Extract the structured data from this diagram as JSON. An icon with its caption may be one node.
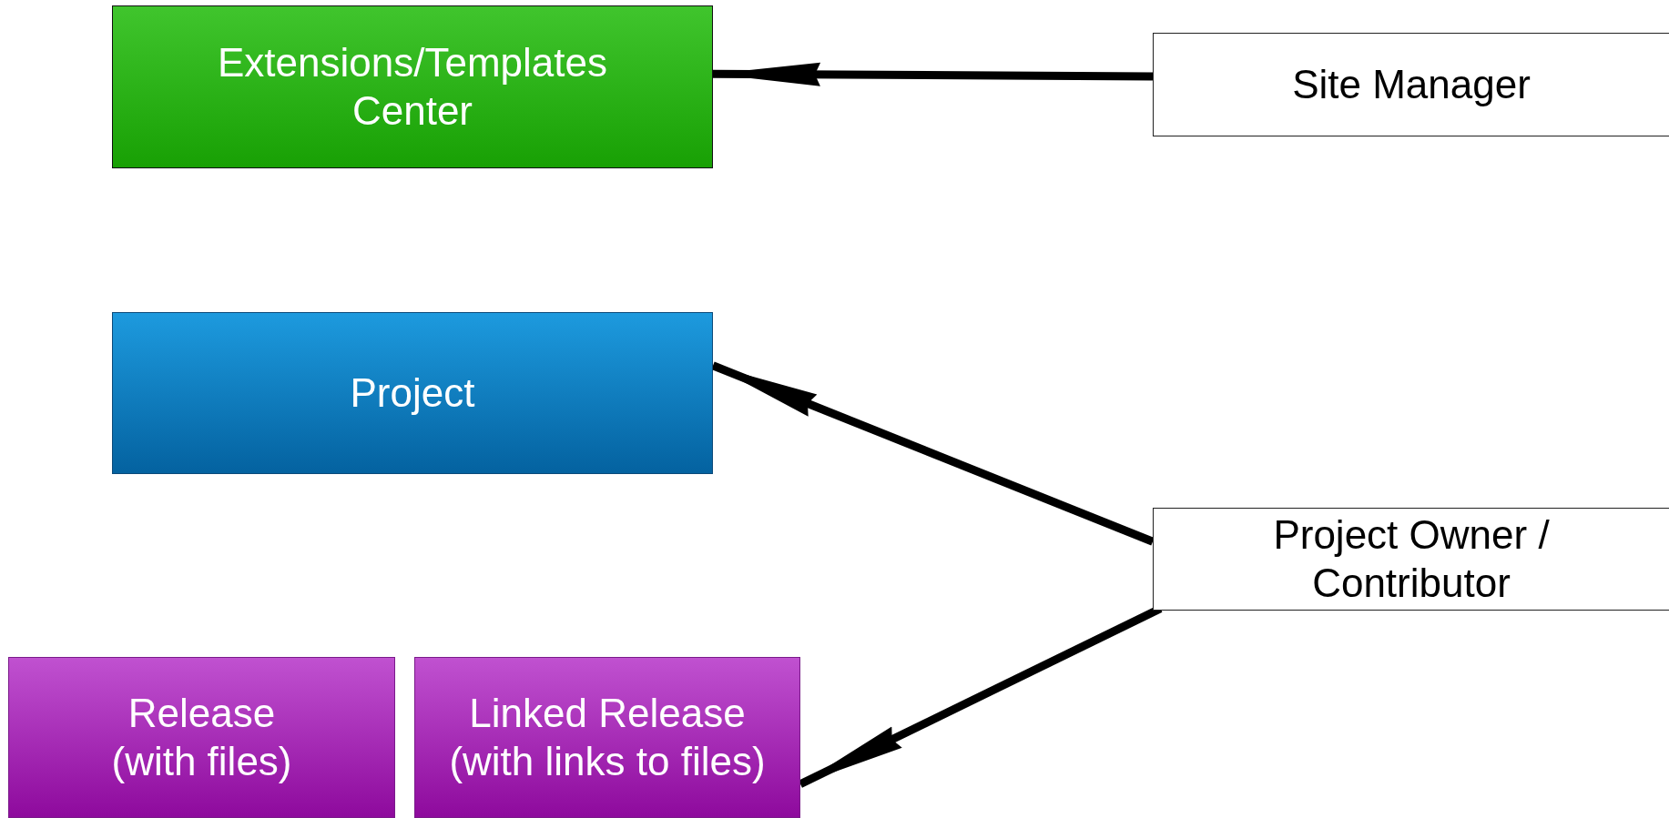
{
  "diagram": {
    "nodes": [
      {
        "text": [
          "Extensions/Templates Center"
        ]
      },
      {
        "text": [
          "Site Manager"
        ]
      },
      {
        "text": [
          "Project"
        ]
      },
      {
        "text": [
          "Project Owner / Contributor"
        ]
      },
      {
        "text": [
          "Release (with files)"
        ]
      },
      {
        "text": [
          "Linked Release (with links to files)"
        ]
      }
    ],
    "edges": [
      {
        "from": 1,
        "to": 0,
        "arrow": "to"
      },
      {
        "from": 3,
        "to": 2,
        "arrow": "to"
      },
      {
        "from": 3,
        "to": 5,
        "arrow": "to"
      }
    ]
  }
}
